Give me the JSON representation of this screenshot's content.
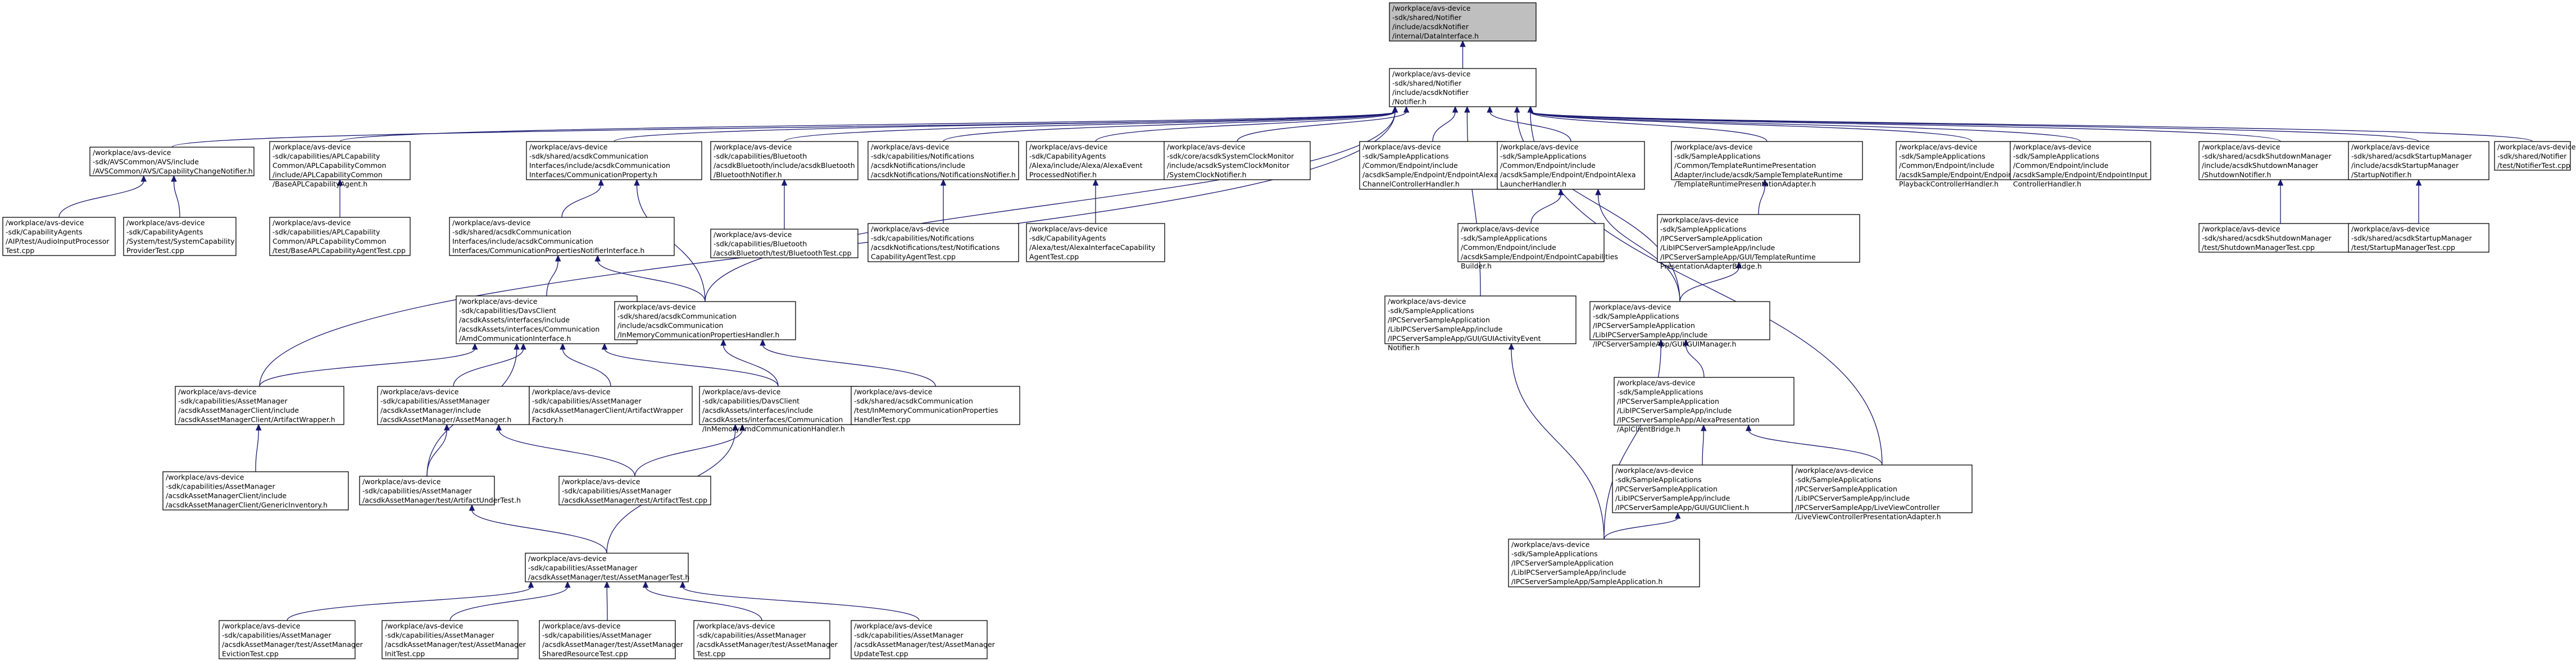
{
  "nodes": [
    {
      "id": "root",
      "root": true,
      "lines": [
        "/workplace/avs-device",
        "-sdk/shared/Notifier",
        "/include/acsdkNotifier",
        "/internal/DataInterface.h"
      ]
    },
    {
      "id": "notifier",
      "lines": [
        "/workplace/avs-device",
        "-sdk/shared/Notifier",
        "/include/acsdkNotifier",
        "/Notifier.h"
      ]
    },
    {
      "id": "capchange",
      "lines": [
        "/workplace/avs-device",
        "-sdk/AVSCommon/AVS/include",
        "/AVSCommon/AVS/CapabilityChangeNotifier.h"
      ]
    },
    {
      "id": "aplcap",
      "lines": [
        "/workplace/avs-device",
        "-sdk/capabilities/APLCapability",
        "Common/APLCapabilityCommon",
        "/include/APLCapabilityCommon",
        "/BaseAPLCapabilityAgent.h"
      ]
    },
    {
      "id": "commprop",
      "lines": [
        "/workplace/avs-device",
        "-sdk/shared/acsdkCommunication",
        "Interfaces/include/acsdkCommunication",
        "Interfaces/CommunicationProperty.h"
      ]
    },
    {
      "id": "btnotifier",
      "lines": [
        "/workplace/avs-device",
        "-sdk/capabilities/Bluetooth",
        "/acsdkBluetooth/include/acsdkBluetooth",
        "/BluetoothNotifier.h"
      ]
    },
    {
      "id": "notifnotifier",
      "lines": [
        "/workplace/avs-device",
        "-sdk/capabilities/Notifications",
        "/acsdkNotifications/include",
        "/acsdkNotifications/NotificationsNotifier.h"
      ]
    },
    {
      "id": "alexaevent",
      "lines": [
        "/workplace/avs-device",
        "-sdk/CapabilityAgents",
        "/Alexa/include/Alexa/AlexaEvent",
        "ProcessedNotifier.h"
      ]
    },
    {
      "id": "sysclock",
      "lines": [
        "/workplace/avs-device",
        "-sdk/core/acsdkSystemClockMonitor",
        "/include/acsdkSystemClockMonitor",
        "/SystemClockNotifier.h"
      ]
    },
    {
      "id": "channelctrl",
      "lines": [
        "/workplace/avs-device",
        "-sdk/SampleApplications",
        "/Common/Endpoint/include",
        "/acsdkSample/Endpoint/EndpointAlexa",
        "ChannelControllerHandler.h"
      ]
    },
    {
      "id": "launcher",
      "lines": [
        "/workplace/avs-device",
        "-sdk/SampleApplications",
        "/Common/Endpoint/include",
        "/acsdkSample/Endpoint/EndpointAlexa",
        "LauncherHandler.h"
      ]
    },
    {
      "id": "templaterun",
      "lines": [
        "/workplace/avs-device",
        "-sdk/SampleApplications",
        "/Common/TemplateRuntimePresentation",
        "Adapter/include/acsdk/SampleTemplateRuntime",
        "/TemplateRuntimePresentationAdapter.h"
      ]
    },
    {
      "id": "playback",
      "lines": [
        "/workplace/avs-device",
        "-sdk/SampleApplications",
        "/Common/Endpoint/include",
        "/acsdkSample/Endpoint/EndpointAlexa",
        "PlaybackControllerHandler.h"
      ]
    },
    {
      "id": "inputctrl",
      "lines": [
        "/workplace/avs-device",
        "-sdk/SampleApplications",
        "/Common/Endpoint/include",
        "/acsdkSample/Endpoint/EndpointInput",
        "ControllerHandler.h"
      ]
    },
    {
      "id": "shutdown",
      "lines": [
        "/workplace/avs-device",
        "-sdk/shared/acsdkShutdownManager",
        "/include/acsdkShutdownManager",
        "/ShutdownNotifier.h"
      ]
    },
    {
      "id": "startup",
      "lines": [
        "/workplace/avs-device",
        "-sdk/shared/acsdkStartupManager",
        "/include/acsdkStartupManager",
        "/StartupNotifier.h"
      ]
    },
    {
      "id": "notifiertest",
      "lines": [
        "/workplace/avs-device",
        "-sdk/shared/Notifier",
        "/test/NotifierTest.cpp"
      ]
    },
    {
      "id": "audioinput",
      "lines": [
        "/workplace/avs-device",
        "-sdk/CapabilityAgents",
        "/AIP/test/AudioInputProcessor",
        "Test.cpp"
      ]
    },
    {
      "id": "syscaptest",
      "lines": [
        "/workplace/avs-device",
        "-sdk/CapabilityAgents",
        "/System/test/SystemCapability",
        "ProviderTest.cpp"
      ]
    },
    {
      "id": "baseapltest",
      "lines": [
        "/workplace/avs-device",
        "-sdk/capabilities/APLCapability",
        "Common/APLCapabilityCommon",
        "/test/BaseAPLCapabilityAgentTest.cpp"
      ]
    },
    {
      "id": "commpropnotif",
      "lines": [
        "/workplace/avs-device",
        "-sdk/shared/acsdkCommunication",
        "Interfaces/include/acsdkCommunication",
        "Interfaces/CommunicationPropertiesNotifierInterface.h"
      ]
    },
    {
      "id": "bttest",
      "lines": [
        "/workplace/avs-device",
        "-sdk/capabilities/Bluetooth",
        "/acsdkBluetooth/test/BluetoothTest.cpp"
      ]
    },
    {
      "id": "notiftest",
      "lines": [
        "/workplace/avs-device",
        "-sdk/capabilities/Notifications",
        "/acsdkNotifications/test/Notifications",
        "CapabilityAgentTest.cpp"
      ]
    },
    {
      "id": "alexacaptest",
      "lines": [
        "/workplace/avs-device",
        "-sdk/CapabilityAgents",
        "/Alexa/test/AlexaInterfaceCapability",
        "AgentTest.cpp"
      ]
    },
    {
      "id": "epcapbuilder",
      "lines": [
        "/workplace/avs-device",
        "-sdk/SampleApplications",
        "/Common/Endpoint/include",
        "/acsdkSample/Endpoint/EndpointCapabilities",
        "Builder.h"
      ]
    },
    {
      "id": "templatebridge",
      "lines": [
        "/workplace/avs-device",
        "-sdk/SampleApplications",
        "/IPCServerSampleApplication",
        "/LibIPCServerSampleApp/include",
        "/IPCServerSampleApp/GUI/TemplateRuntime",
        "PresentationAdapterBridge.h"
      ]
    },
    {
      "id": "shutdowntest",
      "lines": [
        "/workplace/avs-device",
        "-sdk/shared/acsdkShutdownManager",
        "/test/ShutdownManagerTest.cpp"
      ]
    },
    {
      "id": "startuptest",
      "lines": [
        "/workplace/avs-device",
        "-sdk/shared/acsdkStartupManager",
        "/test/StartupManagerTest.cpp"
      ]
    },
    {
      "id": "amdcomm",
      "lines": [
        "/workplace/avs-device",
        "-sdk/capabilities/DavsClient",
        "/acsdkAssets/interfaces/include",
        "/acsdkAssets/interfaces/Communication",
        "/AmdCommunicationInterface.h"
      ]
    },
    {
      "id": "inmemhandler",
      "lines": [
        "/workplace/avs-device",
        "-sdk/shared/acsdkCommunication",
        "/include/acsdkCommunication",
        "/InMemoryCommunicationPropertiesHandler.h"
      ]
    },
    {
      "id": "guiactivity",
      "lines": [
        "/workplace/avs-device",
        "-sdk/SampleApplications",
        "/IPCServerSampleApplication",
        "/LibIPCServerSampleApp/include",
        "/IPCServerSampleApp/GUI/GUIActivityEvent",
        "Notifier.h"
      ]
    },
    {
      "id": "guimanager",
      "lines": [
        "/workplace/avs-device",
        "-sdk/SampleApplications",
        "/IPCServerSampleApplication",
        "/LibIPCServerSampleApp/include",
        "/IPCServerSampleApp/GUI/GUIManager.h"
      ]
    },
    {
      "id": "artifactwrapper",
      "lines": [
        "/workplace/avs-device",
        "-sdk/capabilities/AssetManager",
        "/acsdkAssetManagerClient/include",
        "/acsdkAssetManagerClient/ArtifactWrapper.h"
      ]
    },
    {
      "id": "assetmanager",
      "lines": [
        "/workplace/avs-device",
        "-sdk/capabilities/AssetManager",
        "/acsdkAssetManager/include",
        "/acsdkAssetManager/AssetManager.h"
      ]
    },
    {
      "id": "wrapperfactory",
      "lines": [
        "/workplace/avs-device",
        "-sdk/capabilities/AssetManager",
        "/acsdkAssetManagerClient/ArtifactWrapper",
        "Factory.h"
      ]
    },
    {
      "id": "inmemamd",
      "lines": [
        "/workplace/avs-device",
        "-sdk/capabilities/DavsClient",
        "/acsdkAssets/interfaces/include",
        "/acsdkAssets/interfaces/Communication",
        "/InMemoryAmdCommunicationHandler.h"
      ]
    },
    {
      "id": "inmemtest",
      "lines": [
        "/workplace/avs-device",
        "-sdk/shared/acsdkCommunication",
        "/test/InMemoryCommunicationProperties",
        "HandlerTest.cpp"
      ]
    },
    {
      "id": "alexapresbridge",
      "lines": [
        "/workplace/avs-device",
        "-sdk/SampleApplications",
        "/IPCServerSampleApplication",
        "/LibIPCServerSampleApp/include",
        "/IPCServerSampleApp/AlexaPresentation",
        "/AplClientBridge.h"
      ]
    },
    {
      "id": "genericinv",
      "lines": [
        "/workplace/avs-device",
        "-sdk/capabilities/AssetManager",
        "/acsdkAssetManagerClient/include",
        "/acsdkAssetManagerClient/GenericInventory.h"
      ]
    },
    {
      "id": "artifactundertest",
      "lines": [
        "/workplace/avs-device",
        "-sdk/capabilities/AssetManager",
        "/acsdkAssetManager/test/ArtifactUnderTest.h"
      ]
    },
    {
      "id": "artifacttest",
      "lines": [
        "/workplace/avs-device",
        "-sdk/capabilities/AssetManager",
        "/acsdkAssetManager/test/ArtifactTest.cpp"
      ]
    },
    {
      "id": "guiclient",
      "lines": [
        "/workplace/avs-device",
        "-sdk/SampleApplications",
        "/IPCServerSampleApplication",
        "/LibIPCServerSampleApp/include",
        "/IPCServerSampleApp/GUI/GUIClient.h"
      ]
    },
    {
      "id": "liveview",
      "lines": [
        "/workplace/avs-device",
        "-sdk/SampleApplications",
        "/IPCServerSampleApplication",
        "/LibIPCServerSampleApp/include",
        "/IPCServerSampleApp/LiveViewController",
        "/LiveViewControllerPresentationAdapter.h"
      ]
    },
    {
      "id": "assetmgrtest",
      "lines": [
        "/workplace/avs-device",
        "-sdk/capabilities/AssetManager",
        "/acsdkAssetManager/test/AssetManagerTest.h"
      ]
    },
    {
      "id": "sampleapp",
      "lines": [
        "/workplace/avs-device",
        "-sdk/SampleApplications",
        "/IPCServerSampleApplication",
        "/LibIPCServerSampleApp/include",
        "/IPCServerSampleApp/SampleApplication.h"
      ]
    },
    {
      "id": "evictiontest",
      "lines": [
        "/workplace/avs-device",
        "-sdk/capabilities/AssetManager",
        "/acsdkAssetManager/test/AssetManager",
        "EvictionTest.cpp"
      ]
    },
    {
      "id": "inittest",
      "lines": [
        "/workplace/avs-device",
        "-sdk/capabilities/AssetManager",
        "/acsdkAssetManager/test/AssetManager",
        "InitTest.cpp"
      ]
    },
    {
      "id": "sharedrestest",
      "lines": [
        "/workplace/avs-device",
        "-sdk/capabilities/AssetManager",
        "/acsdkAssetManager/test/AssetManager",
        "SharedResourceTest.cpp"
      ]
    },
    {
      "id": "amtestcpp",
      "lines": [
        "/workplace/avs-device",
        "-sdk/capabilities/AssetManager",
        "/acsdkAssetManager/test/AssetManager",
        "Test.cpp"
      ]
    },
    {
      "id": "updatetest",
      "lines": [
        "/workplace/avs-device",
        "-sdk/capabilities/AssetManager",
        "/acsdkAssetManager/test/AssetManager",
        "UpdateTest.cpp"
      ]
    }
  ],
  "edges": [
    [
      "notifier",
      "root"
    ],
    [
      "capchange",
      "notifier"
    ],
    [
      "aplcap",
      "notifier"
    ],
    [
      "commprop",
      "notifier"
    ],
    [
      "btnotifier",
      "notifier"
    ],
    [
      "notifnotifier",
      "notifier"
    ],
    [
      "alexaevent",
      "notifier"
    ],
    [
      "sysclock",
      "notifier"
    ],
    [
      "channelctrl",
      "notifier"
    ],
    [
      "launcher",
      "notifier"
    ],
    [
      "templaterun",
      "notifier"
    ],
    [
      "playback",
      "notifier"
    ],
    [
      "inputctrl",
      "notifier"
    ],
    [
      "shutdown",
      "notifier"
    ],
    [
      "startup",
      "notifier"
    ],
    [
      "notifiertest",
      "notifier"
    ],
    [
      "artifactwrapper",
      "notifier"
    ],
    [
      "inmemhandler",
      "notifier"
    ],
    [
      "guiactivity",
      "notifier"
    ],
    [
      "guimanager",
      "notifier"
    ],
    [
      "liveview",
      "notifier"
    ],
    [
      "audioinput",
      "capchange"
    ],
    [
      "syscaptest",
      "capchange"
    ],
    [
      "baseapltest",
      "aplcap"
    ],
    [
      "commpropnotif",
      "commprop"
    ],
    [
      "inmemhandler",
      "commprop"
    ],
    [
      "bttest",
      "btnotifier"
    ],
    [
      "notiftest",
      "notifnotifier"
    ],
    [
      "alexacaptest",
      "alexaevent"
    ],
    [
      "epcapbuilder",
      "launcher"
    ],
    [
      "guimanager",
      "launcher"
    ],
    [
      "templatebridge",
      "templaterun"
    ],
    [
      "shutdowntest",
      "shutdown"
    ],
    [
      "startuptest",
      "startup"
    ],
    [
      "amdcomm",
      "commpropnotif"
    ],
    [
      "inmemhandler",
      "commpropnotif"
    ],
    [
      "guimanager",
      "templatebridge"
    ],
    [
      "artifactwrapper",
      "amdcomm"
    ],
    [
      "assetmanager",
      "amdcomm"
    ],
    [
      "wrapperfactory",
      "amdcomm"
    ],
    [
      "inmemamd",
      "amdcomm"
    ],
    [
      "artifactundertest",
      "amdcomm"
    ],
    [
      "inmemamd",
      "inmemhandler"
    ],
    [
      "inmemtest",
      "inmemhandler"
    ],
    [
      "sampleapp",
      "guiactivity"
    ],
    [
      "alexapresbridge",
      "guimanager"
    ],
    [
      "sampleapp",
      "guimanager"
    ],
    [
      "genericinv",
      "artifactwrapper"
    ],
    [
      "artifactundertest",
      "assetmanager"
    ],
    [
      "artifacttest",
      "assetmanager"
    ],
    [
      "artifacttest",
      "inmemamd"
    ],
    [
      "assetmgrtest",
      "inmemamd"
    ],
    [
      "guiclient",
      "alexapresbridge"
    ],
    [
      "liveview",
      "alexapresbridge"
    ],
    [
      "assetmgrtest",
      "artifactundertest"
    ],
    [
      "sampleapp",
      "guiclient"
    ],
    [
      "evictiontest",
      "assetmgrtest"
    ],
    [
      "inittest",
      "assetmgrtest"
    ],
    [
      "sharedrestest",
      "assetmgrtest"
    ],
    [
      "amtestcpp",
      "assetmgrtest"
    ],
    [
      "updatetest",
      "assetmgrtest"
    ]
  ]
}
